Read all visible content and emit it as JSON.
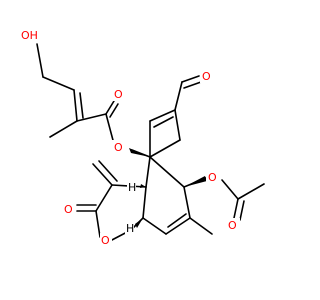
{
  "molecule": {
    "colors": {
      "bond": "#000000",
      "oxygen": "#ff0000",
      "background": "#ffffff"
    },
    "labels": {
      "hydroxyl": "OH",
      "ester_o1": "O",
      "ester_o2": "O",
      "aldehyde_o": "O",
      "lactone_co": "O",
      "lactone_ring_o": "O",
      "acetate_o1": "O",
      "acetate_o2": "O"
    },
    "stereo_labels": {
      "s1": "H",
      "s2": "H"
    }
  }
}
